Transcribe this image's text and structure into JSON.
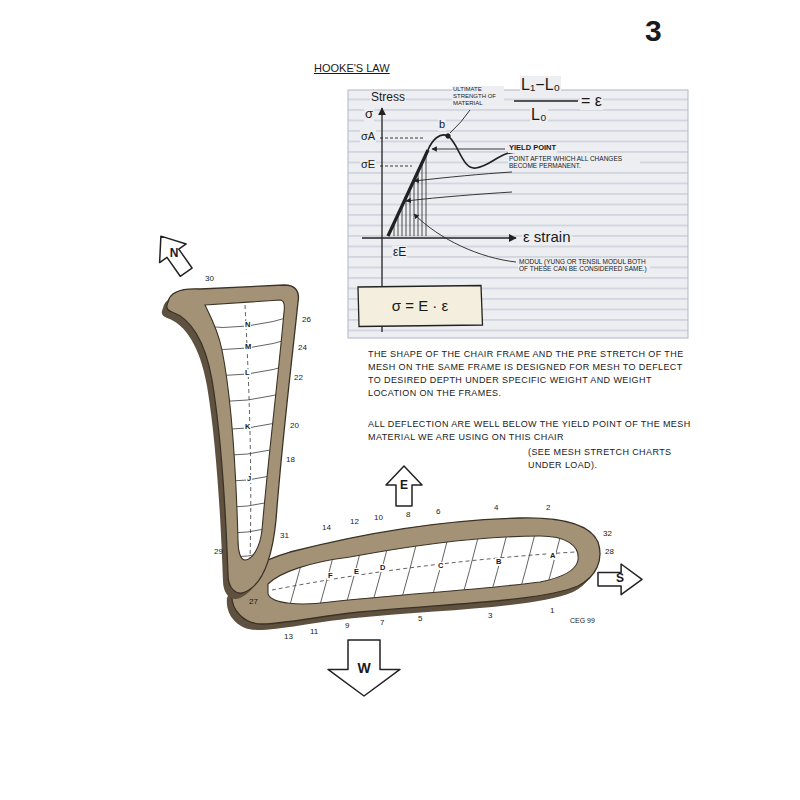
{
  "diagram": {
    "nodes": [
      {
        "text": [
          "HOOKE'S LAW",
          "Stress",
          "σ",
          "σA",
          "σE",
          "ULTIMATE STRENGTH OF MATERIAL",
          "b",
          "L₁−L₀",
          "L₀",
          "= ε",
          "YIELD POINT",
          "POINT AFTER WHICH ALL CHANGES BECOME PERMANENT.",
          "ε strain",
          "εE",
          "MODUL (YUNG OR TENSIL MODUL BOTH OF THESE CAN BE CONSIDERED SAME.)"
        ]
      },
      {
        "text": [
          "σ = E · ε"
        ],
        "in": 0
      },
      {
        "text": [
          "N"
        ]
      },
      {
        "text": [
          "E"
        ]
      },
      {
        "text": [
          "S"
        ]
      },
      {
        "text": [
          "W"
        ]
      }
    ],
    "labels": [
      "3",
      "THE SHAPE OF THE CHAIR FRAME AND THE PRE STRETCH OF THE MESH ON THE SAME FRAME IS DESIGNED FOR MESH TO DEFLECT TO DESIRED DEPTH UNDER SPECIFIC WEIGHT AND WEIGHT LOCATION ON THE FRAMES.",
      "ALL DEFLECTION ARE WELL BELOW THE YIELD POINT OF THE MESH MATERIAL WE ARE USING ON THIS CHAIR",
      "(SEE MESH STRETCH CHARTS UNDER LOAD).",
      "30",
      "26",
      "24",
      "22",
      "20",
      "18",
      "N",
      "M",
      "L",
      "K",
      "J",
      "29",
      "31",
      "27",
      "14",
      "12",
      "10",
      "8",
      "6",
      "4",
      "2",
      "32",
      "28",
      "A",
      "B",
      "C",
      "D",
      "E",
      "F",
      "13",
      "11",
      "9",
      "7",
      "5",
      "3",
      "1",
      "CEG 99"
    ]
  }
}
